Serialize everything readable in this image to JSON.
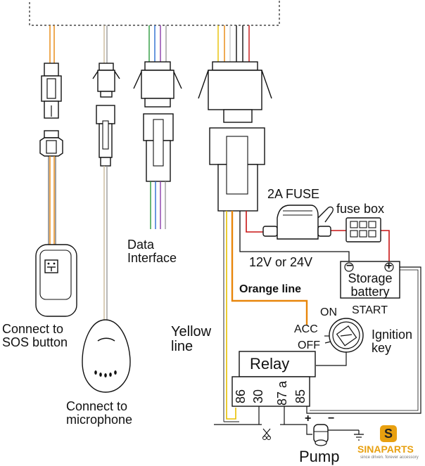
{
  "labels": {
    "sos": "Connect to\nSOS button",
    "microphone": "Connect to\nmicrophone",
    "data_interface": "Data\nInterface",
    "yellow_line": "Yellow\nline",
    "fuse_2a": "2A FUSE",
    "fuse_box": "fuse box",
    "supply": "12V or 24V",
    "storage_battery": "Storage\nbattery",
    "battery_minus": "−",
    "battery_plus": "+",
    "orange_line": "Orange line",
    "on": "ON",
    "start": "START",
    "acc": "ACC",
    "off": "OFF",
    "ignition_key": "Ignition\nkey",
    "relay": "Relay",
    "pin_86": "86",
    "pin_30": "30",
    "pin_87a": "87 a",
    "pin_85": "85",
    "pump": "Pump",
    "pump_plus": "+",
    "pump_minus": "−",
    "logo_text": "SINAPARTS",
    "logo_tagline": "since driven. forever accessory"
  },
  "colors": {
    "orange": "#e8860a",
    "yellow": "#e8c000",
    "red": "#c81414",
    "black": "#111111",
    "grey": "#8a8a8a",
    "green": "#2a9a3a",
    "blue": "#2a6ad0",
    "purple": "#8a3aaa",
    "tan": "#c9b89a",
    "logo": "#e8a010"
  }
}
